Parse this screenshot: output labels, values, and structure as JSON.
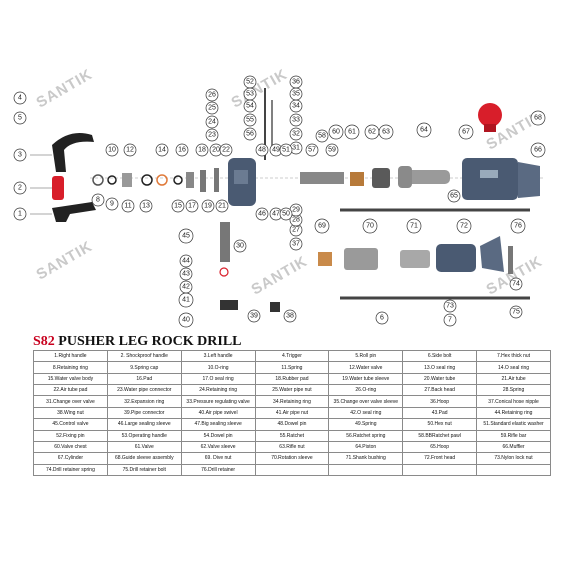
{
  "brand_watermark": "SANTIK",
  "title": {
    "model": "S82",
    "name": "PUSHER LEG ROCK DRILL"
  },
  "colors": {
    "model_red": "#c8001e",
    "part_blue": "#4a5a72",
    "part_red": "#d81e2a",
    "part_black": "#222222"
  },
  "callouts": [
    "1",
    "2",
    "3",
    "4",
    "5",
    "6",
    "7",
    "8",
    "9",
    "10",
    "11",
    "12",
    "13",
    "14",
    "15",
    "16",
    "17",
    "18",
    "19",
    "20",
    "21",
    "22",
    "23",
    "24",
    "25",
    "26",
    "27",
    "28",
    "29",
    "30",
    "31",
    "32",
    "33",
    "34",
    "35",
    "36",
    "37",
    "38",
    "39",
    "40",
    "41",
    "42",
    "43",
    "44",
    "45",
    "46",
    "47",
    "48",
    "49",
    "50",
    "51",
    "52",
    "53",
    "54",
    "55",
    "56",
    "57",
    "58",
    "59",
    "60",
    "61",
    "62",
    "63",
    "64",
    "65",
    "66",
    "67",
    "68",
    "69",
    "70",
    "71",
    "72",
    "73",
    "74",
    "75",
    "76"
  ],
  "parts": [
    [
      "1.Right handle",
      "2. Shockproof handle",
      "3.Left handle",
      "4.Trigger",
      "5.Roll pin",
      "6.Side bolt",
      "7.Hex thick nut"
    ],
    [
      "8.Retaining ring",
      "9.Spring cap",
      "10.O-ring",
      "11.Spring",
      "12.Water valve",
      "13.O seal ring",
      "14.O seal ring"
    ],
    [
      "15.Water valve body",
      "16.Pad",
      "17.O seal ring",
      "18.Rubber pad",
      "19.Water tube sleeve",
      "20.Water tube",
      "21.Air tube"
    ],
    [
      "22.Air tube pad",
      "23.Water pipe connector",
      "24.Retaining ring",
      "25.Water pipe nut",
      "26.O-ring",
      "27.Back head",
      "28.Spring"
    ],
    [
      "31.Change over valve",
      "32.Expansion ring",
      "33.Pressure regulating valve",
      "34.Retaining ring",
      "35.Change over valve sleeve",
      "36.Hoop",
      "37.Conical hose nipple"
    ],
    [
      "38.Wing nut",
      "39.Pipe connector",
      "40.Air pipe swivel",
      "41.Air pipe nut",
      "42.O seal ring",
      "43.Pad",
      "44.Retaining ring"
    ],
    [
      "45.Control valve",
      "46.Large sealing sleeve",
      "47.Big sealing sleeve",
      "48.Dowel pin",
      "49.Spring",
      "50.Hex nut",
      "51.Standard elastic washer"
    ],
    [
      "52.Fixing pin",
      "53.Operating handle",
      "54.Dowel pin",
      "55.Ratchet",
      "56.Ratchet spring",
      "58.BBRatchet pawl",
      "59.Rifle bar"
    ],
    [
      "60.Valve chest",
      "61.Valve",
      "62.Valve sleeve",
      "63.Rifle nut",
      "64.Piston",
      "65.Hoop",
      "66.Muffler"
    ],
    [
      "67.Cylinder",
      "68.Guide sleeve assembly",
      "69. Dive nut",
      "70.Rotation sleeve",
      "71.Shank bushing",
      "72.Front head",
      "73.Nylon lock nut"
    ],
    [
      "74.Drill retainer spring",
      "75.Drill retainer bolt",
      "76.Drill retainer",
      "",
      "",
      "",
      ""
    ]
  ]
}
